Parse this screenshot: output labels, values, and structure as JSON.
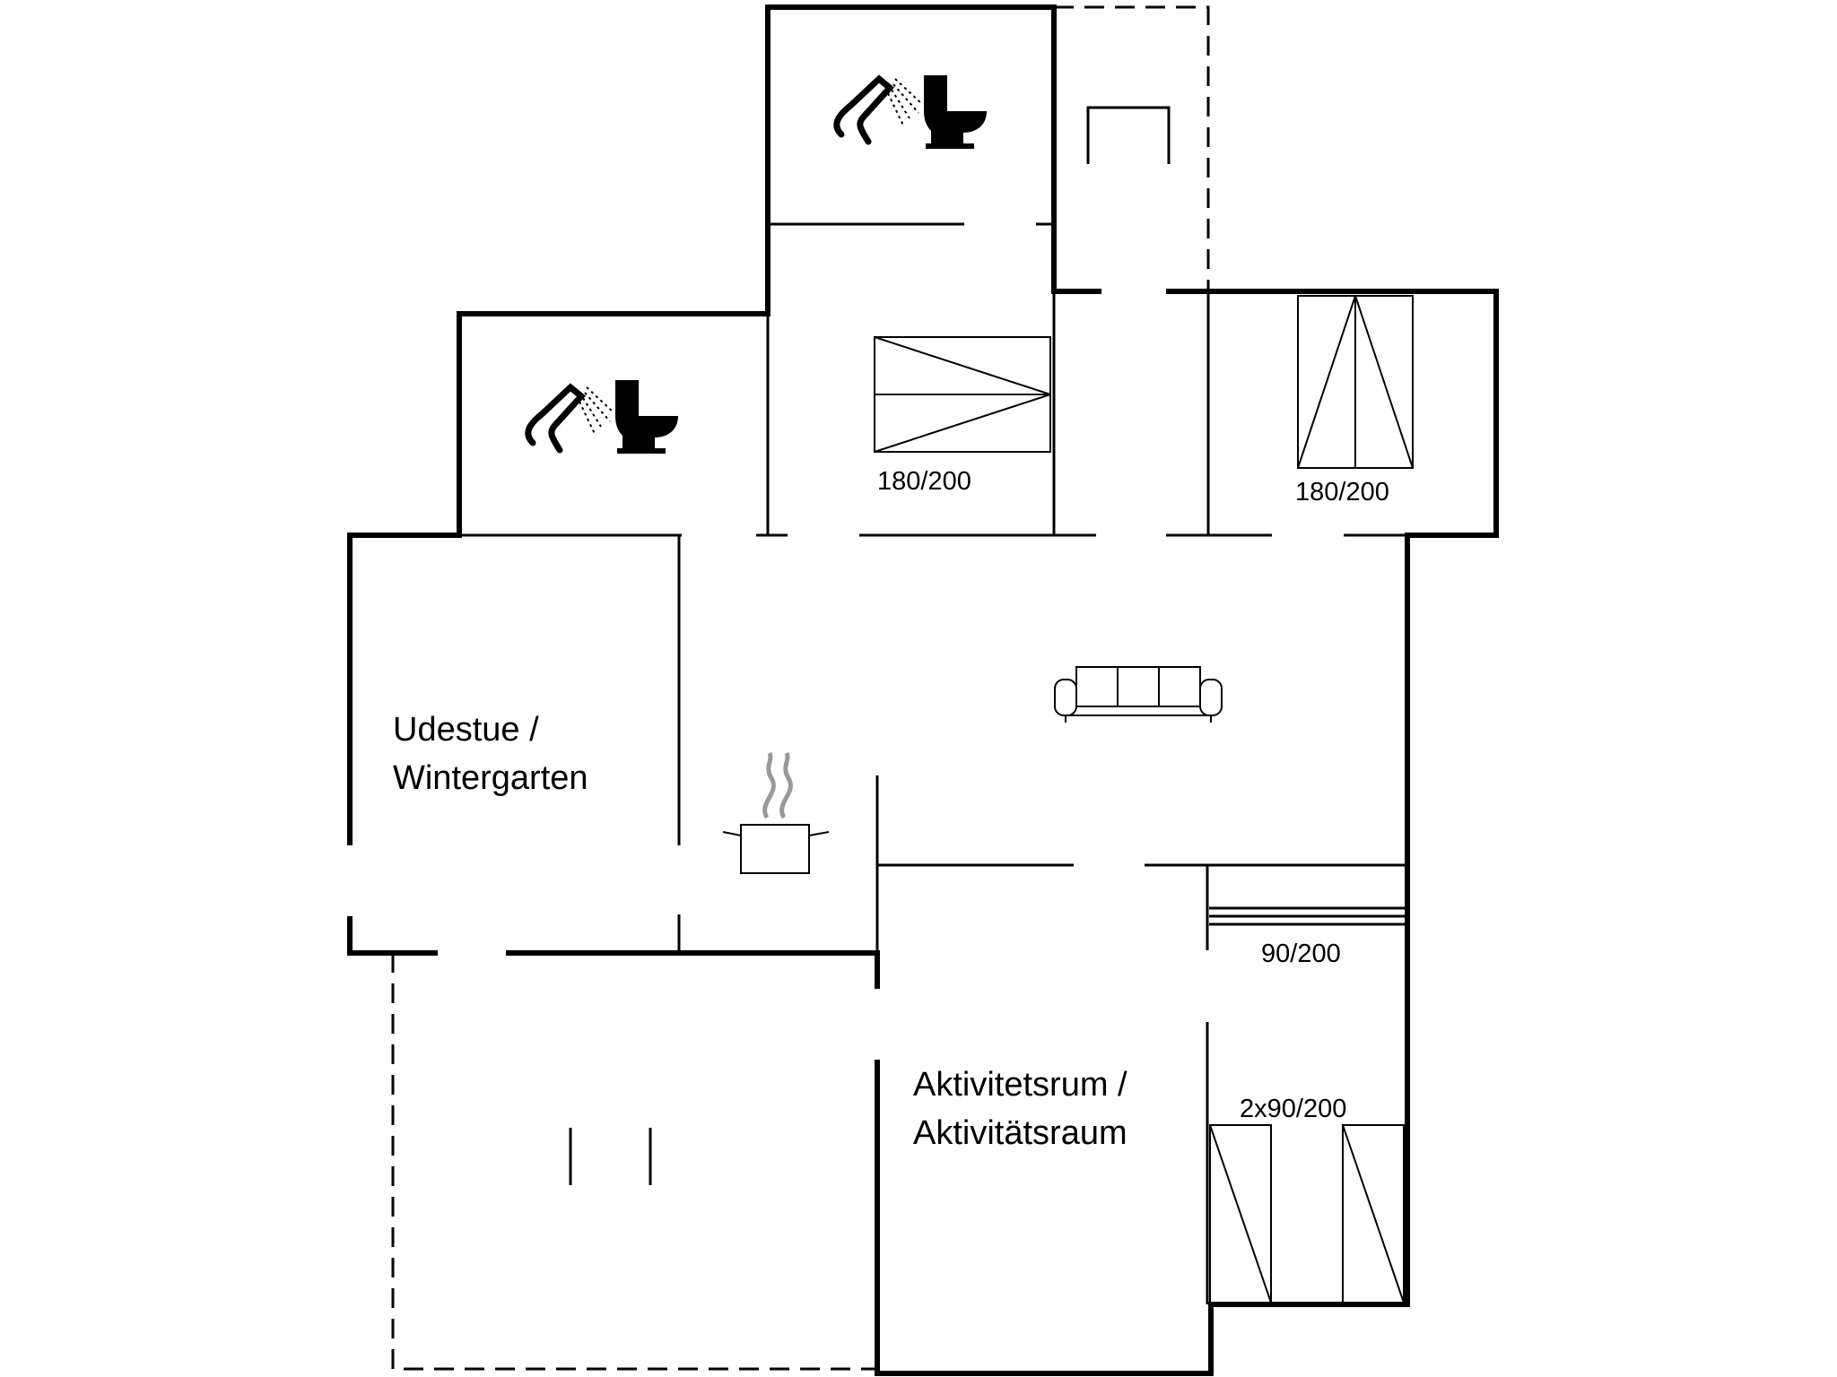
{
  "rooms": {
    "wintergarden": {
      "line1": "Udestue /",
      "line2": "Wintergarten"
    },
    "activity": {
      "line1": "Aktivitetsrum /",
      "line2": "Aktivitätsraum"
    }
  },
  "beds": {
    "bed_a": "180/200",
    "bed_b": "180/200",
    "bed_c": "90/200",
    "bed_d": "2x90/200"
  },
  "icons": {
    "bathroom": [
      "shower-icon",
      "toilet-icon"
    ],
    "kitchen": "cooking-pot-icon",
    "living": "sofa-icon"
  }
}
